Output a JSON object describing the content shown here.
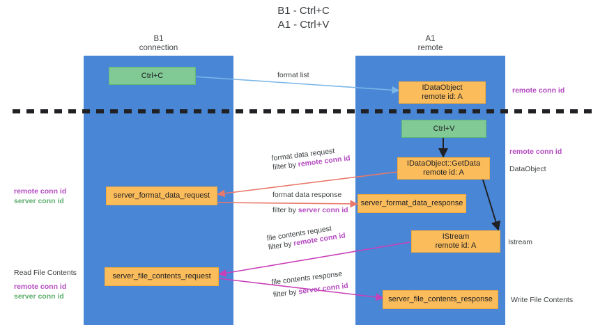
{
  "title": {
    "line1": "B1 - Ctrl+C",
    "line2": "A1 - Ctrl+V"
  },
  "columns": [
    {
      "name": "B1",
      "sub": "connection"
    },
    {
      "name": "A1",
      "sub": "remote"
    }
  ],
  "nodes": {
    "ctrl_c": "Ctrl+C",
    "ctrl_v": "Ctrl+V",
    "idataobject_top_l1": "IDataObject",
    "idataobject_top_l2": "remote id: A",
    "getdata_l1": "IDataObject::GetData",
    "getdata_l2": "remote id: A",
    "istream_l1": "IStream",
    "istream_l2": "remote id: A",
    "server_format_data_request": "server_format_data_request",
    "server_format_data_response": "server_format_data_response",
    "server_file_contents_request": "server_file_contents_request",
    "server_file_contents_response": "server_file_contents_response"
  },
  "edge_labels": {
    "format_list": "format list",
    "format_data_request": "format data request",
    "format_data_request_filter_prefix": "filter by ",
    "format_data_request_filter_key": "remote conn id",
    "format_data_response": "format data response",
    "format_data_response_filter_prefix": "filter by ",
    "format_data_response_filter_key": "server conn id",
    "file_contents_request": "file contents request",
    "file_contents_request_filter_prefix": "filter by ",
    "file_contents_request_filter_key": "remote conn id",
    "file_contents_response": "file contents response",
    "file_contents_response_filter_prefix": "filter by ",
    "file_contents_response_filter_key": "server conn id"
  },
  "annotations": {
    "left_mid_remote": "remote conn id",
    "left_mid_server": "server conn id",
    "read_file_contents": "Read File Contents",
    "left_low_remote": "remote conn id",
    "left_low_server": "server conn id",
    "right_top_remote": "remote conn id",
    "right_mid_remote": "remote conn id",
    "dataobject": "DataObject",
    "istream": "Istream",
    "write_file_contents": "Write File Contents"
  },
  "colors": {
    "column": "#4a86d6",
    "green_node": "#81c995",
    "orange_node": "#fbbc5c",
    "purple": "#b44ac0",
    "green_text": "#5fae6e",
    "red_arrow": "#e8796b",
    "magenta_arrow": "#c840b8",
    "blue_arrow": "#7bb6e8",
    "black_arrow": "#202124",
    "divider": "#202124"
  }
}
